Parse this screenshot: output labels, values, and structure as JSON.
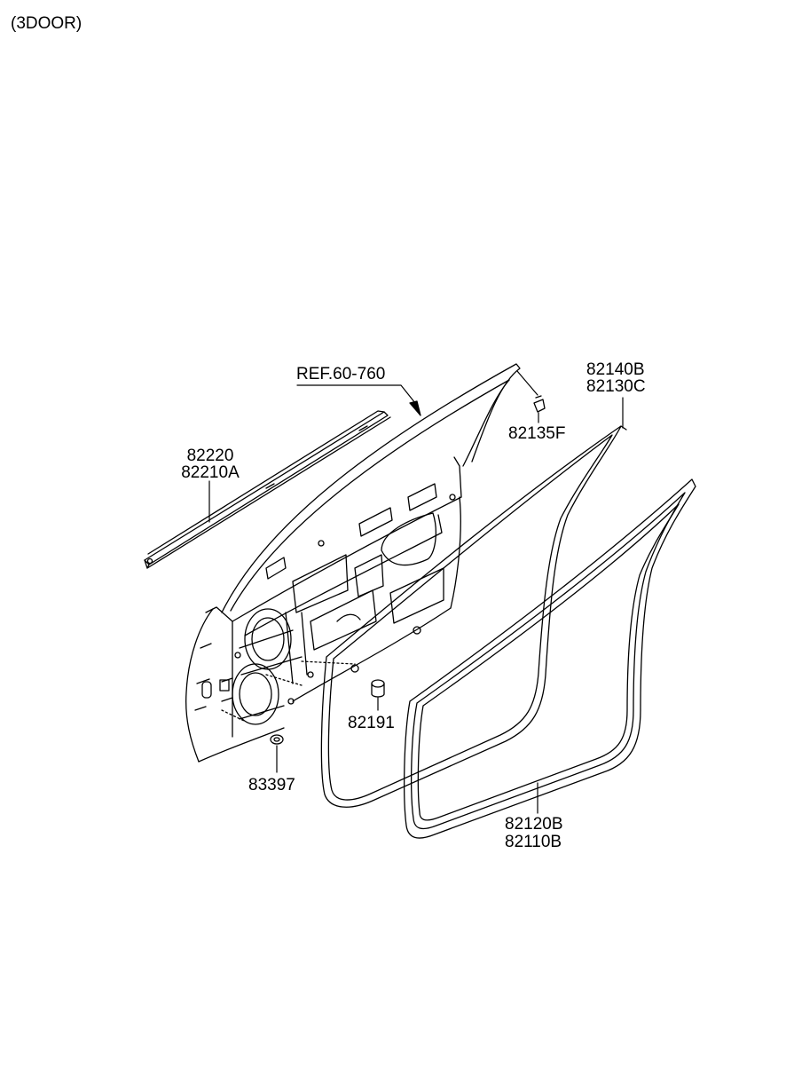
{
  "header": {
    "variant": "(3DOOR)"
  },
  "callouts": {
    "ref": "REF.60-760",
    "weatherstrip_front_1": "82220",
    "weatherstrip_front_2": "82210A",
    "clip": "82135F",
    "door_weatherstrip_1": "82140B",
    "door_weatherstrip_2": "82130C",
    "plug": "82191",
    "hole_cover": "83397",
    "body_weatherstrip_1": "82120B",
    "body_weatherstrip_2": "82110B"
  },
  "colors": {
    "line": "#000000",
    "background": "#ffffff"
  }
}
